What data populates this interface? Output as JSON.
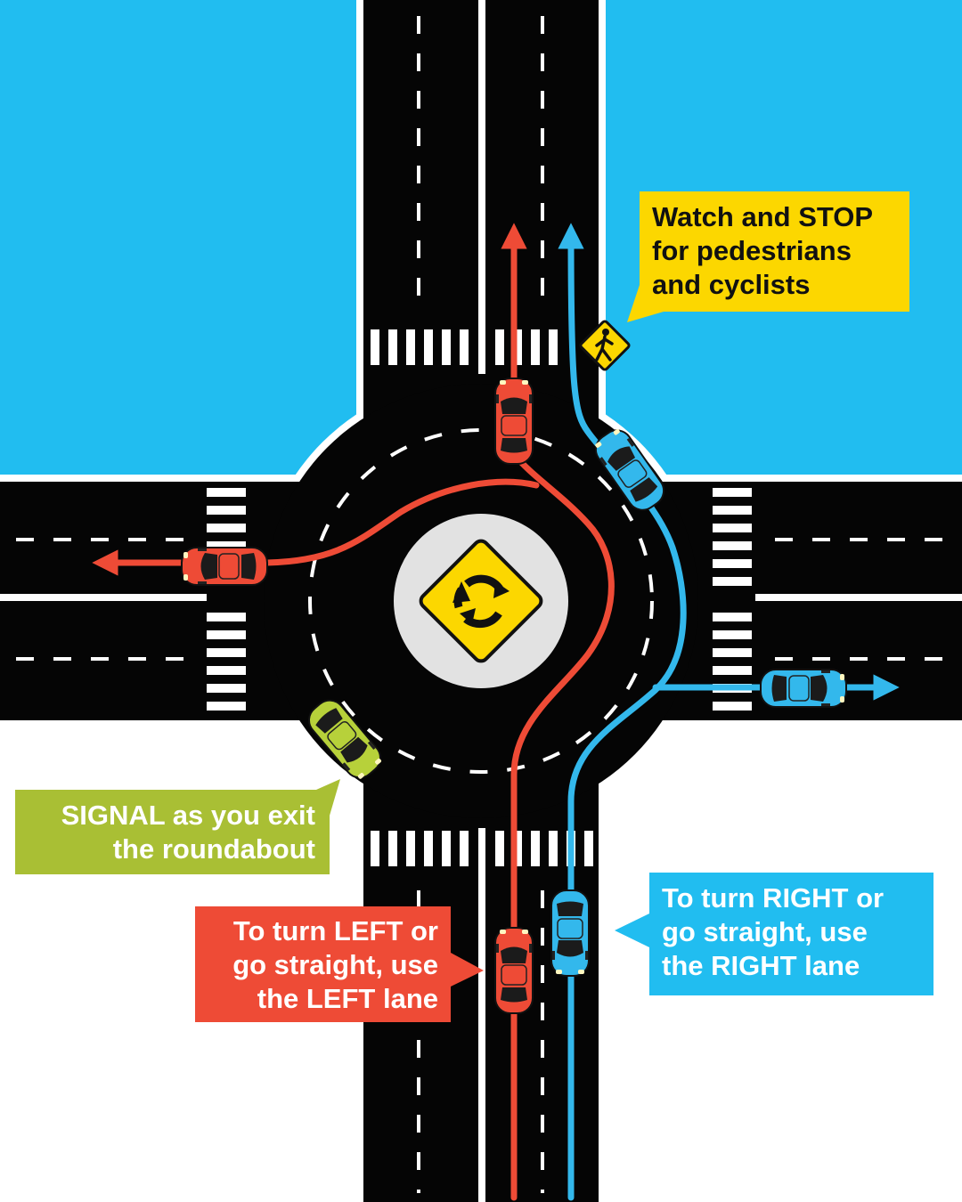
{
  "colors": {
    "sky_blue": "#21bdf0",
    "road": "#050505",
    "lane_white": "#ffffff",
    "left_lane_red": "#ee4b36",
    "right_lane_blue": "#33b8ec",
    "signal_green": "#a9bf34",
    "stop_yellow": "#fcd700",
    "island_grey": "#e2e2e2"
  },
  "icons": {
    "roundabout_sign": "roundabout-warning-sign-icon",
    "pedestrian_sign": "pedestrian-crossing-sign-icon"
  },
  "callouts": {
    "stop": {
      "lines": [
        "Watch and STOP",
        "for pedestrians",
        "and cyclists"
      ]
    },
    "signal": {
      "lines": [
        "SIGNAL as you exit",
        "the roundabout"
      ]
    },
    "left_lane": {
      "lines": [
        "To turn LEFT or",
        "go straight, use",
        "the LEFT lane"
      ]
    },
    "right_lane": {
      "lines": [
        "To turn RIGHT or",
        "go straight, use",
        "the RIGHT lane"
      ]
    }
  }
}
